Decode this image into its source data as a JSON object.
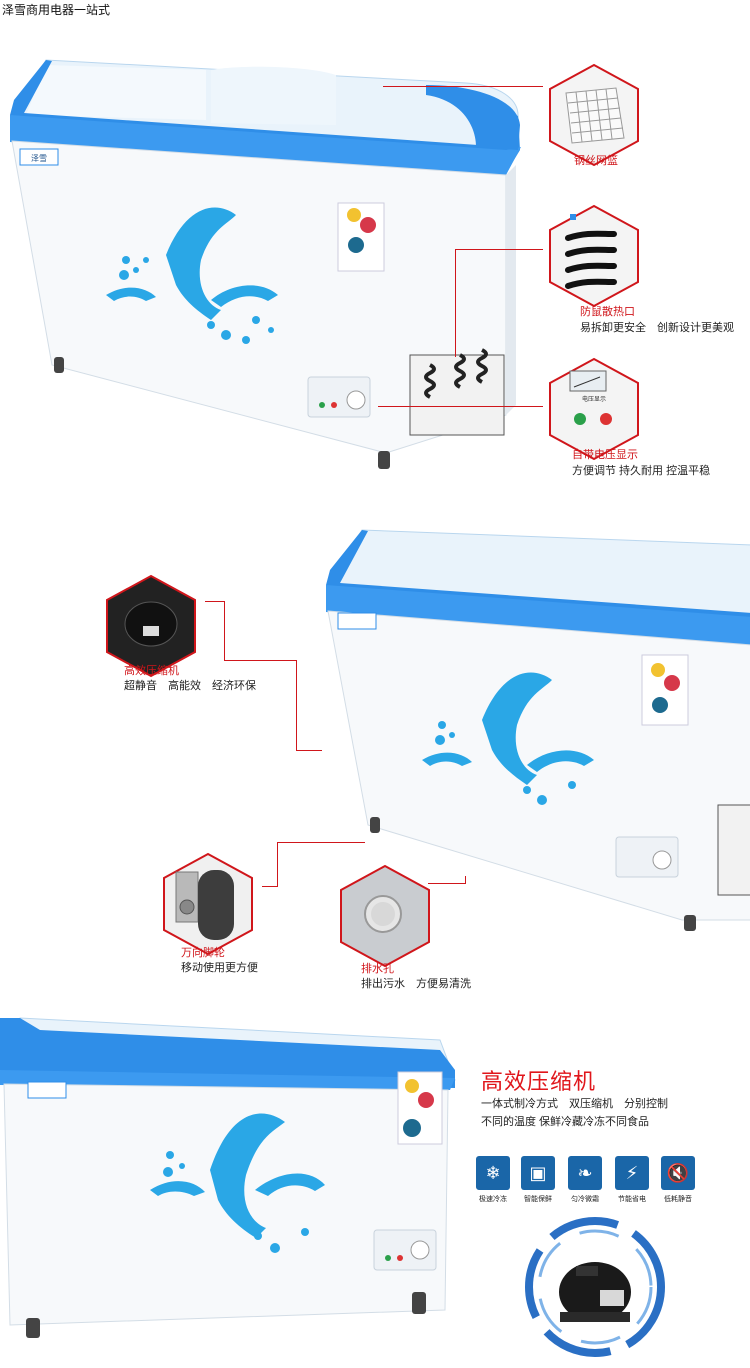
{
  "store_title": "泽雪商用电器一站式",
  "freezer_brand": "泽雪",
  "section1": {
    "callouts": [
      {
        "title": "钢丝网篮",
        "desc": ""
      },
      {
        "title": "防鼠散热口",
        "desc": "易拆卸更安全　创新设计更美观"
      },
      {
        "title": "自带电压显示",
        "desc": "方便调节 持久耐用 控温平稳",
        "panel_label": "电压显示"
      }
    ]
  },
  "section2": {
    "callouts": [
      {
        "title": "高效压缩机",
        "desc": "超静音　高能效　经济环保"
      },
      {
        "title": "万向脚轮",
        "desc": "移动使用更方便"
      },
      {
        "title": "排水孔",
        "desc": "排出污水　方便易清洗"
      }
    ]
  },
  "section3": {
    "title": "高效压缩机",
    "lines": [
      "一体式制冷方式　双压缩机　分别控制",
      "不同的温度  保鲜冷藏冷冻不同食品"
    ],
    "features": [
      {
        "icon": "snowflake-icon",
        "label": "极速冷冻"
      },
      {
        "icon": "shield-icon",
        "label": "智能保鲜"
      },
      {
        "icon": "leaf-icon",
        "label": "匀冷微霜"
      },
      {
        "icon": "lightning-icon",
        "label": "节能省电"
      },
      {
        "icon": "mute-icon",
        "label": "低耗静音"
      }
    ]
  },
  "colors": {
    "accent_red": "#d0161b",
    "freezer_blue": "#2f8ee8",
    "feature_blue": "#1a66a8",
    "dolphin_blue": "#2aa7e6"
  }
}
